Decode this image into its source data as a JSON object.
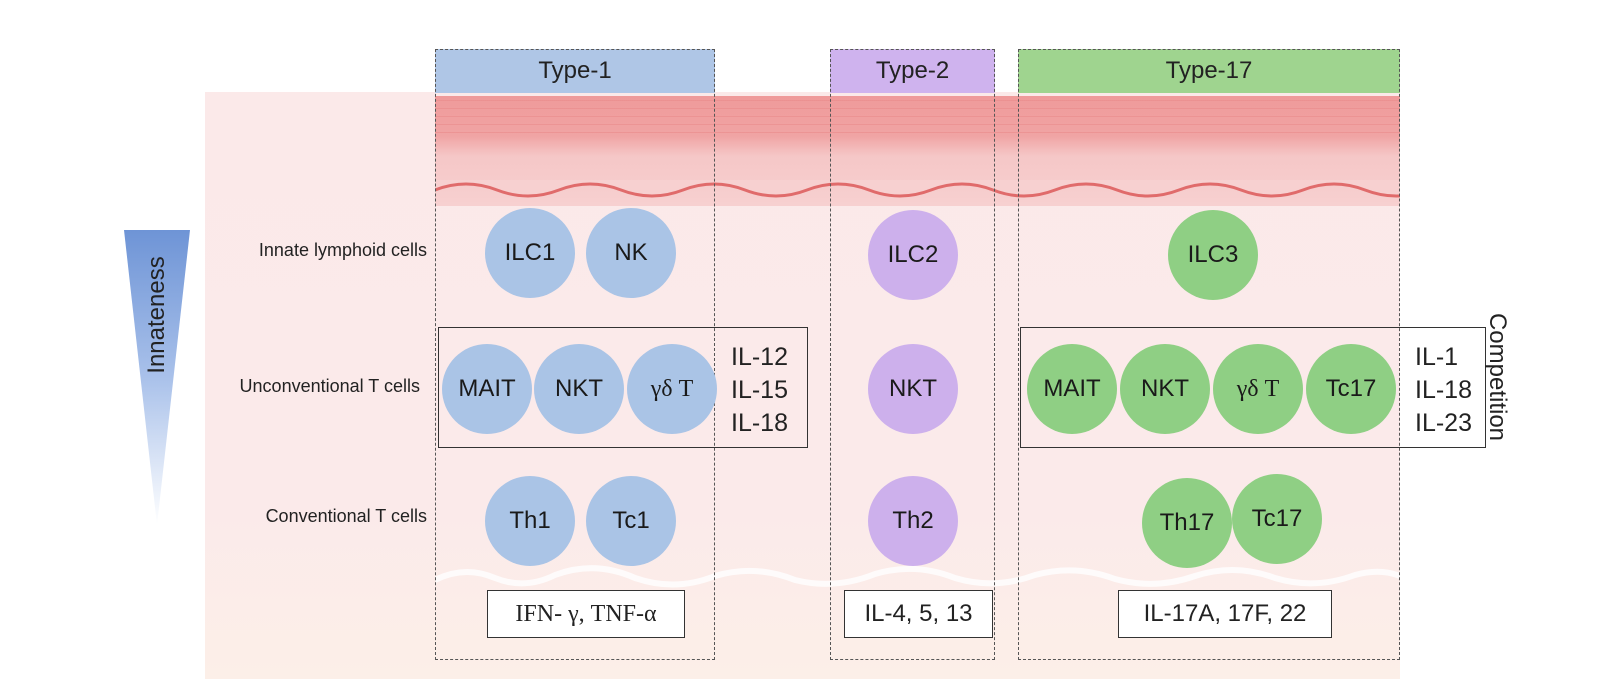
{
  "columns": {
    "type1": {
      "header": "Type-1",
      "header_color": "#afc6e6",
      "output": "IFN- γ, TNF-α"
    },
    "type2": {
      "header": "Type-2",
      "header_color": "#cfb3ee",
      "output": "IL-4, 5, 13"
    },
    "type17": {
      "header": "Type-17",
      "header_color": "#9fd48f",
      "output": "IL-17A, 17F, 22"
    }
  },
  "rows": {
    "innate": "Innate lymphoid cells",
    "unconventional": "Unconventional T cells",
    "conventional": "Conventional T cells"
  },
  "cells": {
    "type1_innate": [
      "ILC1",
      "NK"
    ],
    "type1_unconventional": [
      "MAIT",
      "NKT",
      "γδ T"
    ],
    "type1_conventional": [
      "Th1",
      "Tc1"
    ],
    "type2_innate": [
      "ILC2"
    ],
    "type2_unconventional": [
      "NKT"
    ],
    "type2_conventional": [
      "Th2"
    ],
    "type17_innate": [
      "ILC3"
    ],
    "type17_unconventional": [
      "MAIT",
      "NKT",
      "γδ T",
      "Tc17"
    ],
    "type17_conventional": [
      "Th17",
      "Tc17"
    ]
  },
  "cytokines": {
    "type1": [
      "IL-12",
      "IL-15",
      "IL-18"
    ],
    "type17": [
      "IL-1",
      "IL-18",
      "IL-23"
    ]
  },
  "innateness_label": "Innateness",
  "competition_label": "Competition",
  "colors": {
    "blue_cell": "#aac4e6",
    "purple_cell": "#cdb0ec",
    "green_cell": "#8fcf84",
    "tissue": "#fbe9e9",
    "epithelium": "#ef9a9a"
  }
}
